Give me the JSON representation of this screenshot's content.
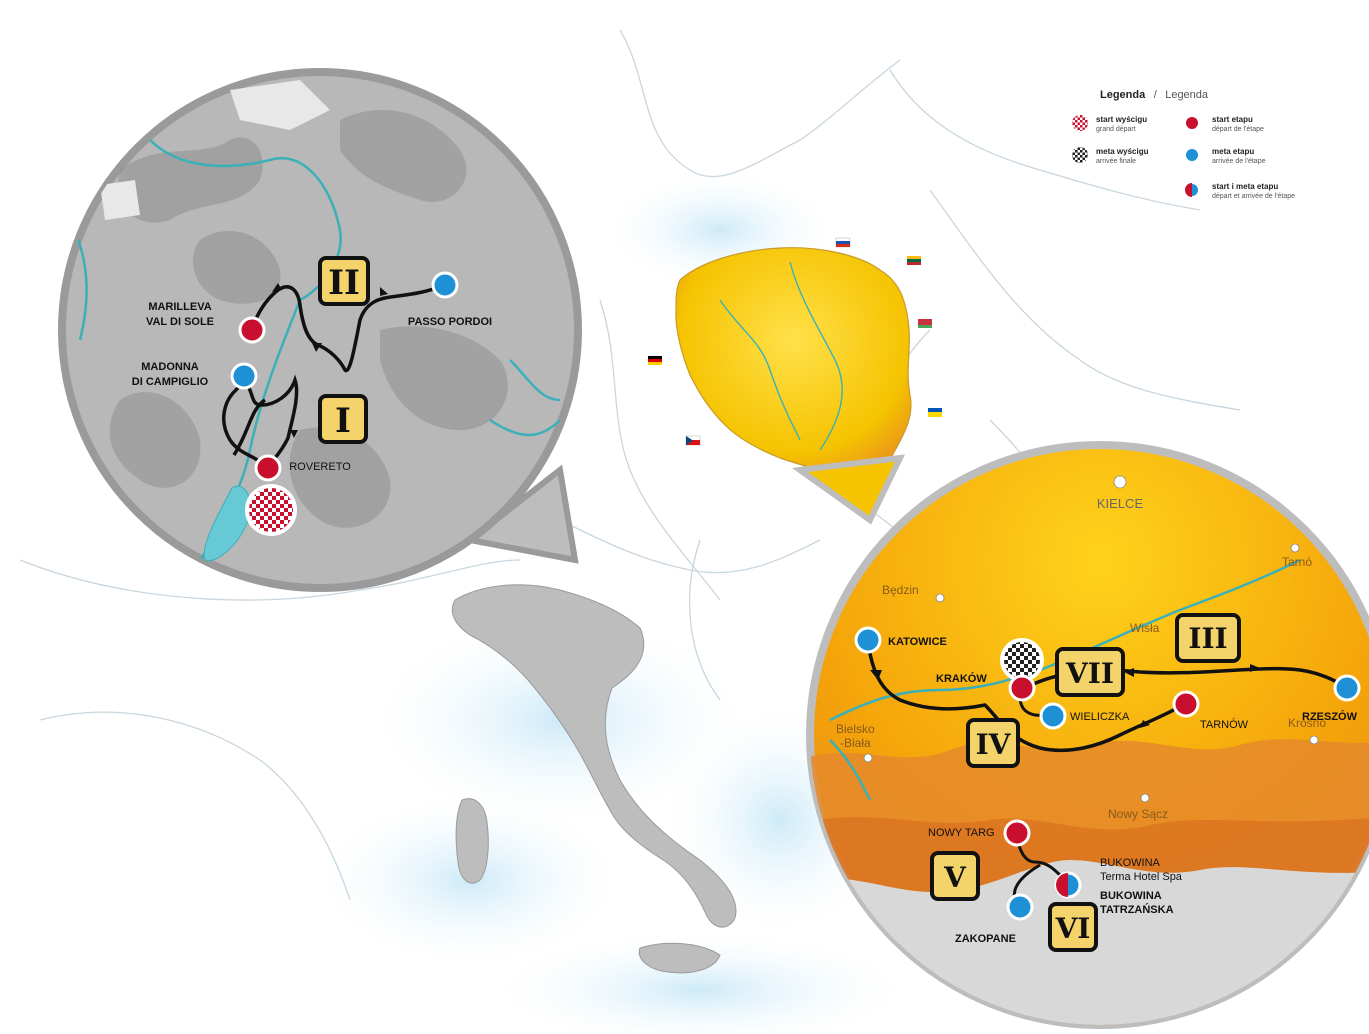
{
  "legend": {
    "title_pl": "Legenda",
    "separator": "/",
    "title_fr": "Legenda",
    "items": [
      {
        "main": "start wyścigu",
        "sub": "grand départ",
        "marker": "checkered-red"
      },
      {
        "main": "start etapu",
        "sub": "départ de l'étape",
        "marker": "red"
      },
      {
        "main": "meta wyścigu",
        "sub": "arrivée finale",
        "marker": "checkered-black"
      },
      {
        "main": "meta etapu",
        "sub": "arrivée de l'étape",
        "marker": "blue"
      },
      {
        "main": "start i meta etapu",
        "sub": "départ et arrivée de l'étape",
        "marker": "red-blue"
      }
    ]
  },
  "italy_inset": {
    "places": {
      "marilleva": "MARILLEVA",
      "val_di_sole": "VAL DI SOLE",
      "madonna": "MADONNA",
      "di_campiglio": "DI CAMPIGLIO",
      "passo_pordoi": "PASSO PORDOI",
      "rovereto": "ROVERETO"
    },
    "stages": {
      "s1": "I",
      "s2": "II"
    }
  },
  "poland_inset": {
    "places": {
      "kielce": "KIELCE",
      "tarnow_edge": "Tarnó",
      "bedzin": "Będzin",
      "katowice": "KATOWICE",
      "krakow": "KRAKÓW",
      "wisla": "Wisła",
      "wieliczka": "WIELICZKA",
      "tarnow": "TARNÓW",
      "rzeszow": "RZESZÓW",
      "bielsko": "Bielsko",
      "biala": "-Biała",
      "krosno": "Krosno",
      "nowy_sacz": "Nowy Sącz",
      "nowy_targ": "NOWY TARG",
      "bukowina_terma_1": "BUKOWINA",
      "bukowina_terma_2": "Terma Hotel Spa",
      "bukowina_tatrz_1": "BUKOWINA",
      "bukowina_tatrz_2": "TATRZAŃSKA",
      "zakopane": "ZAKOPANE"
    },
    "stages": {
      "s3": "III",
      "s4": "IV",
      "s5": "V",
      "s6": "VI",
      "s7": "VII"
    }
  },
  "colors": {
    "italy_land": "#b8b8b8",
    "poland_land": "#f5c300",
    "mountain": "#e07a2a",
    "river": "#3ab0b8",
    "marker_red": "#c8102e",
    "marker_blue": "#1e90d6",
    "stage_badge": "#f3d36a"
  }
}
